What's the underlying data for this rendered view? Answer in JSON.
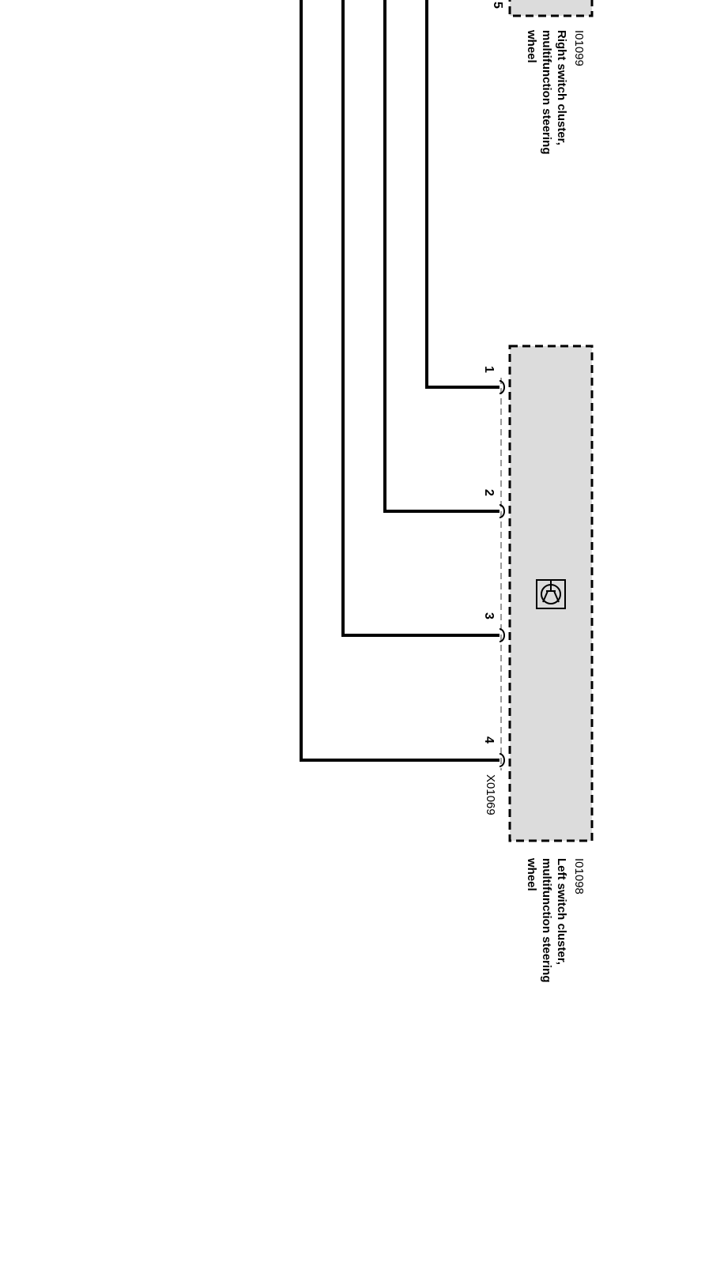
{
  "diagram": {
    "components": [
      {
        "id": "I01099",
        "name_lines": [
          "Right switch cluster,",
          "multifunction steering",
          "wheel"
        ]
      },
      {
        "id": "I01098",
        "name_lines": [
          "Left switch cluster,",
          "multifunction steering",
          "wheel"
        ],
        "connector": "X01069",
        "pins": [
          "1",
          "2",
          "3",
          "4"
        ],
        "symbol": "transistor-symbol-icon"
      }
    ],
    "colors": {
      "wire": "#000000",
      "component_fill": "#dcdcdc",
      "connector_dash": "#9a9a9a"
    }
  }
}
